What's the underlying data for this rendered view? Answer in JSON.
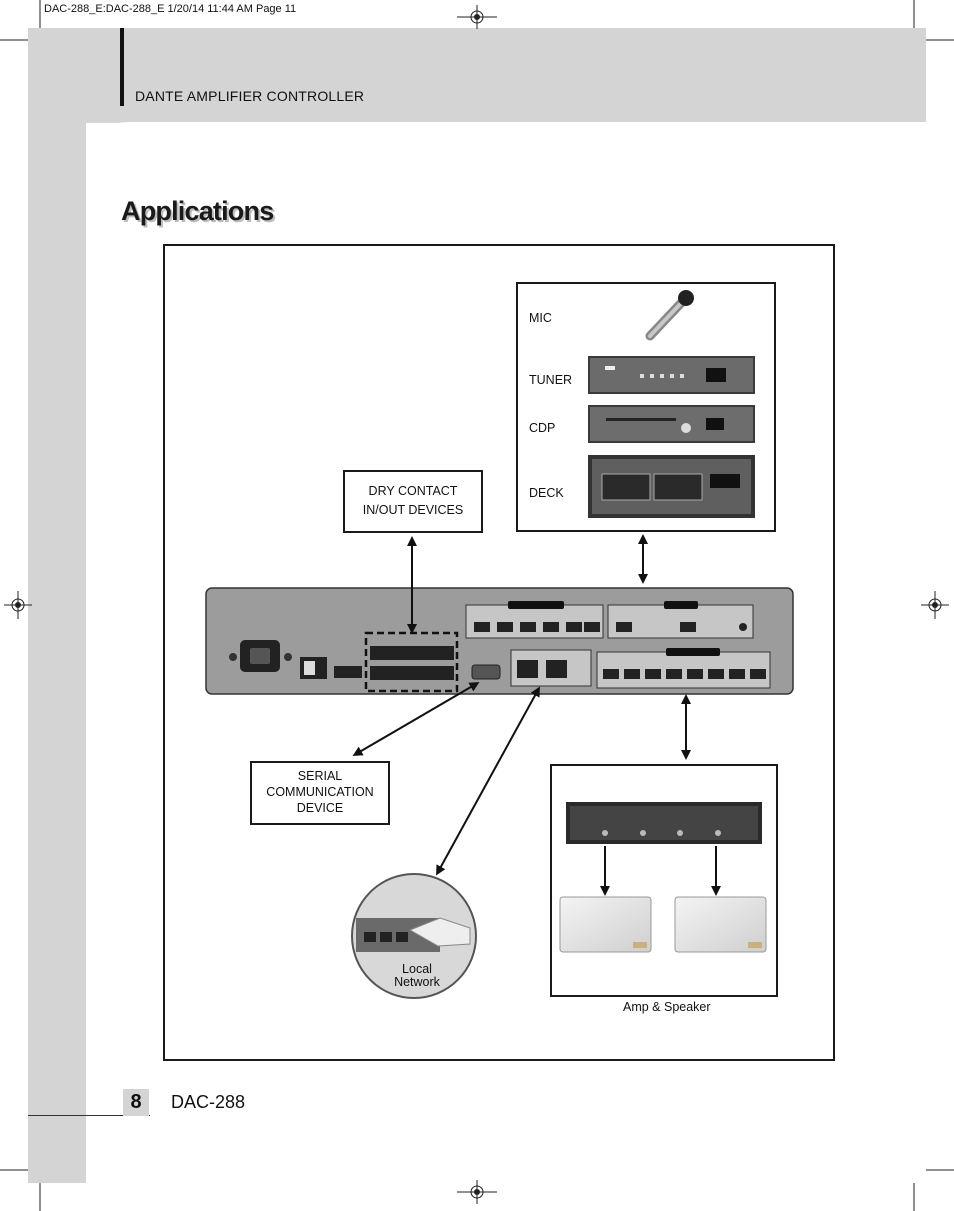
{
  "print_slug": "DAC-288_E:DAC-288_E  1/20/14  11:44 AM  Page 11",
  "header": {
    "title": "DANTE AMPLIFIER CONTROLLER"
  },
  "section_title": "Applications",
  "sources": {
    "mic": "MIC",
    "tuner": "TUNER",
    "cdp": "CDP",
    "deck": "DECK"
  },
  "dry_contact": {
    "line1": "DRY CONTACT",
    "line2": "IN/OUT DEVICES"
  },
  "serial": {
    "line1": "SERIAL",
    "line2": "COMMUNICATION",
    "line3": "DEVICE"
  },
  "network": {
    "line1": "Local",
    "line2": "Network"
  },
  "amp_speaker": {
    "caption": "Amp & Speaker"
  },
  "footer": {
    "page_number": "8",
    "model": "DAC-288"
  }
}
